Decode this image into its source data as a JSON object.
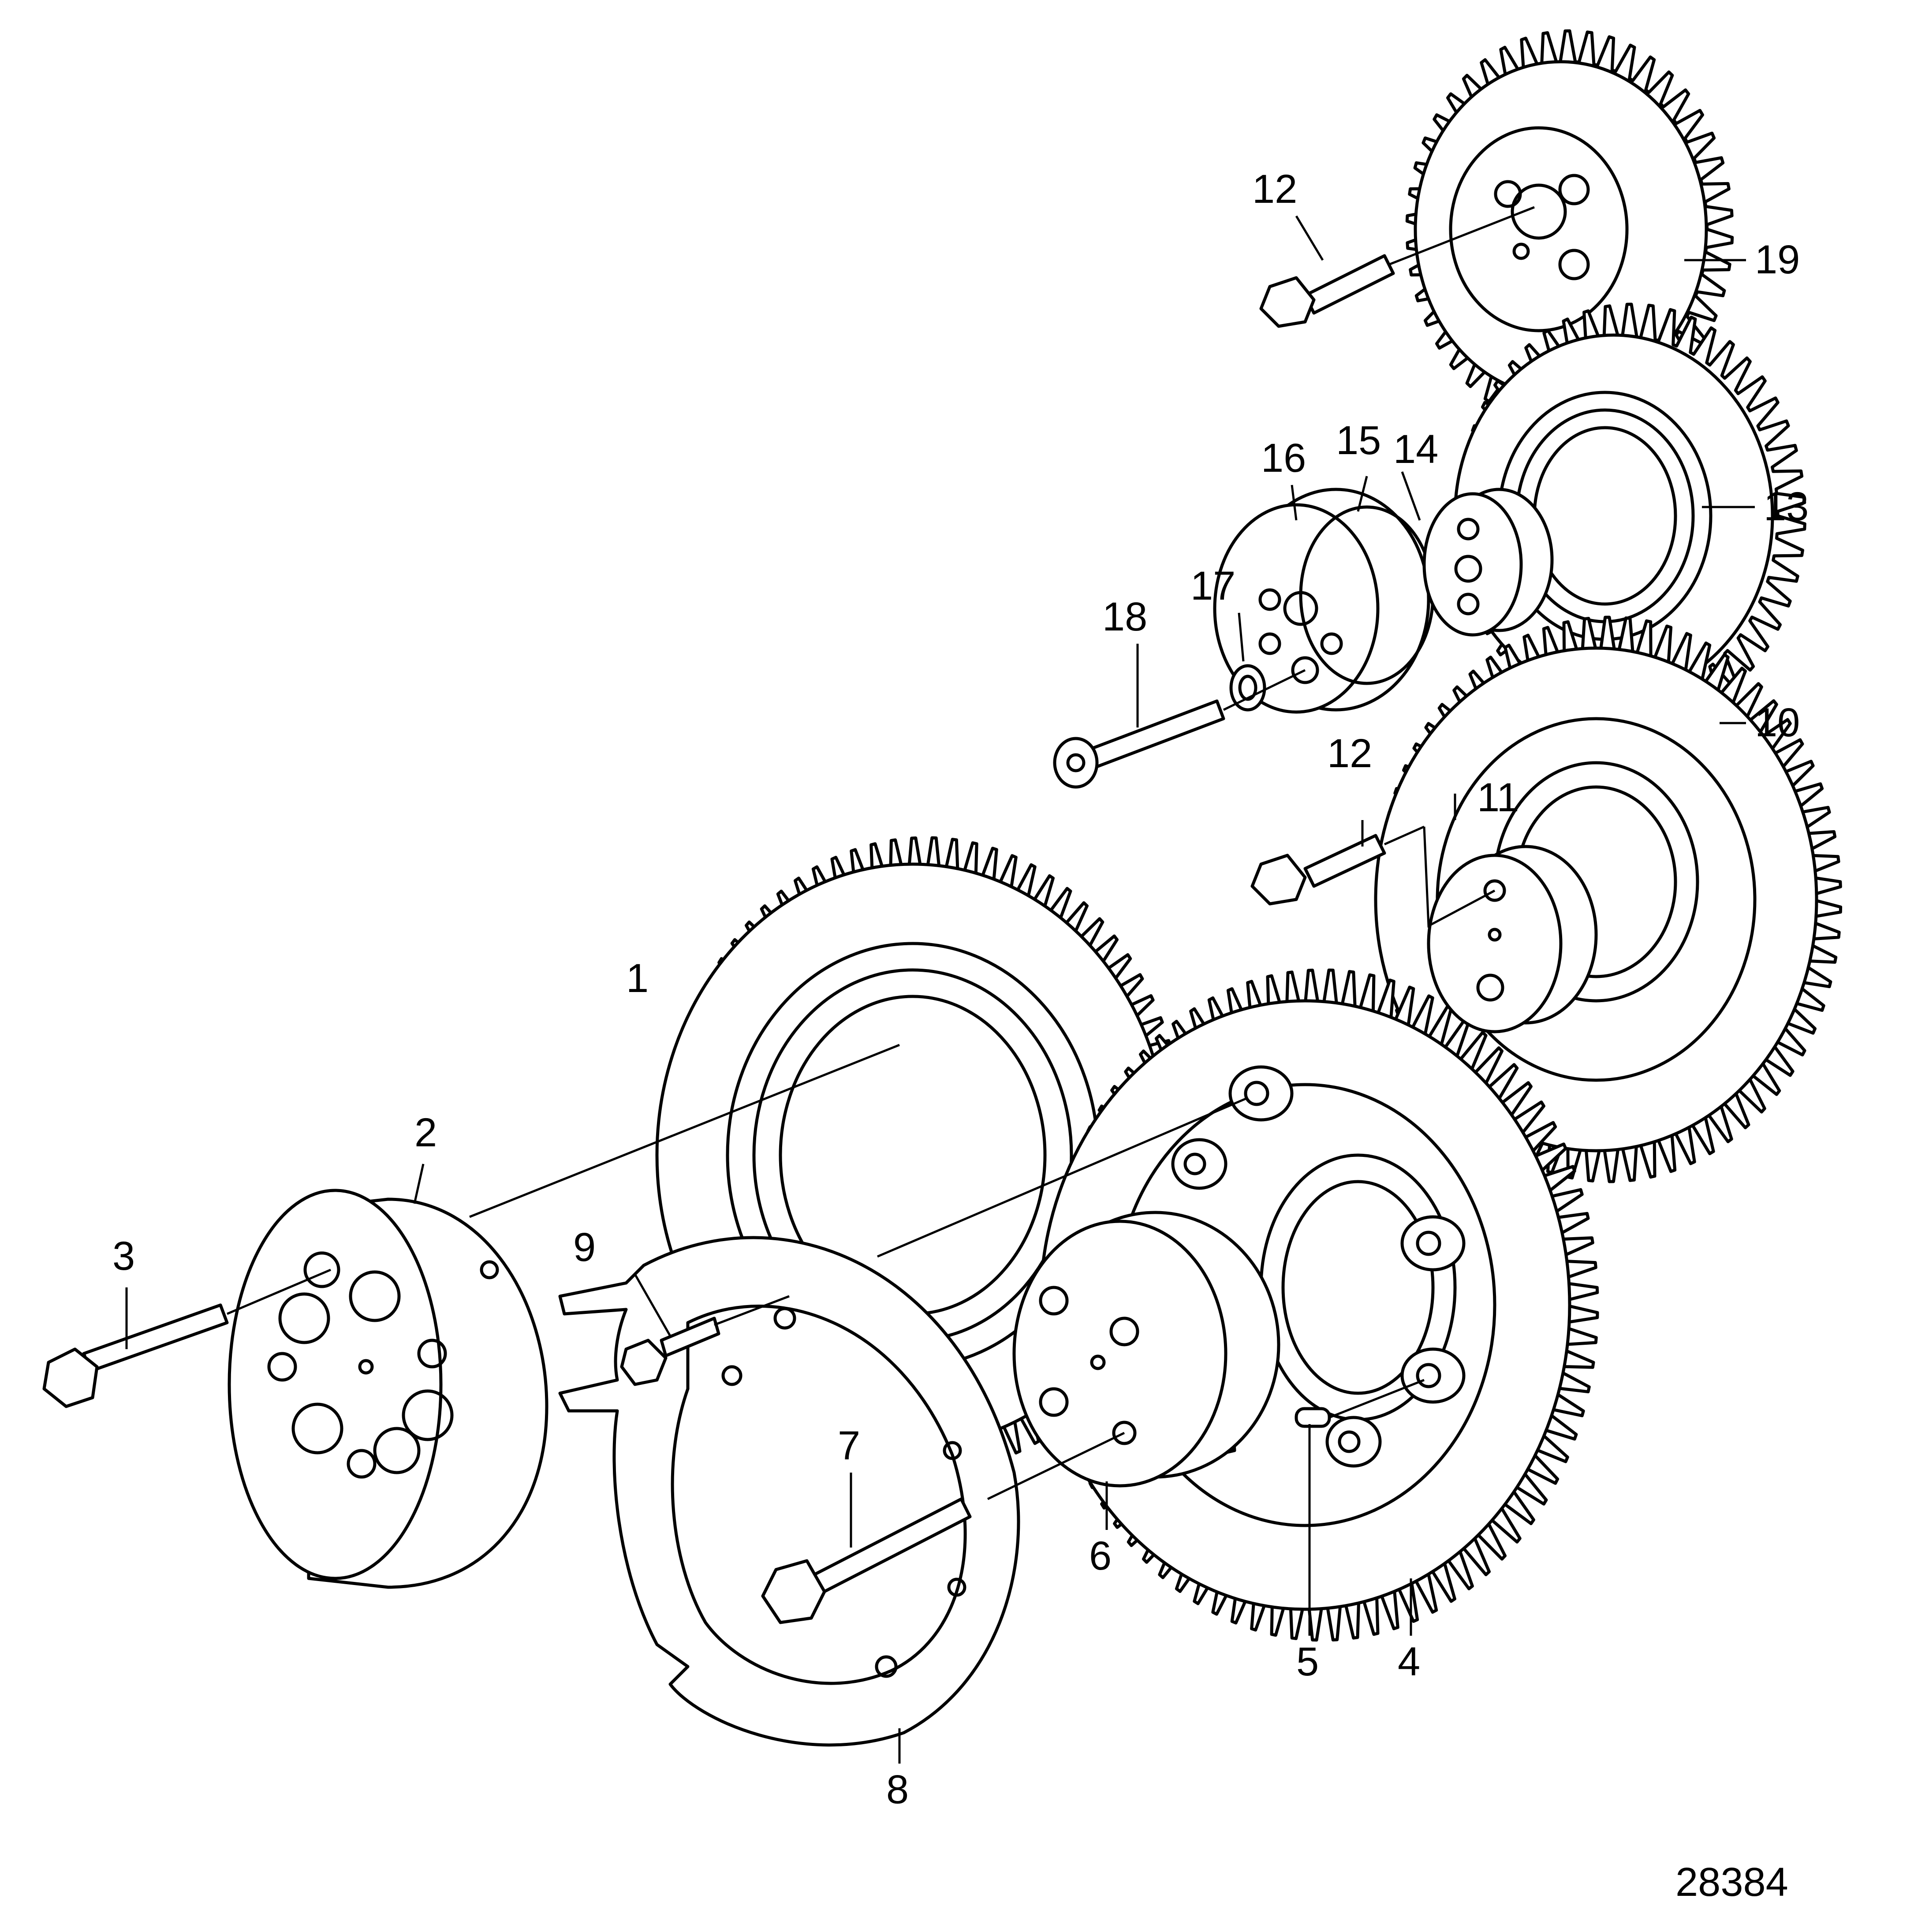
{
  "callouts": [
    {
      "id": "1",
      "label": "1"
    },
    {
      "id": "2",
      "label": "2"
    },
    {
      "id": "3",
      "label": "3"
    },
    {
      "id": "4",
      "label": "4"
    },
    {
      "id": "5",
      "label": "5"
    },
    {
      "id": "6",
      "label": "6"
    },
    {
      "id": "7",
      "label": "7"
    },
    {
      "id": "8",
      "label": "8"
    },
    {
      "id": "9",
      "label": "9"
    },
    {
      "id": "10",
      "label": "10"
    },
    {
      "id": "11",
      "label": "11"
    },
    {
      "id": "12a",
      "label": "12"
    },
    {
      "id": "12b",
      "label": "12"
    },
    {
      "id": "13",
      "label": "13"
    },
    {
      "id": "14",
      "label": "14"
    },
    {
      "id": "15",
      "label": "15"
    },
    {
      "id": "16",
      "label": "16"
    },
    {
      "id": "17",
      "label": "17"
    },
    {
      "id": "18",
      "label": "18"
    },
    {
      "id": "19",
      "label": "19"
    }
  ],
  "reference_number": "28384"
}
